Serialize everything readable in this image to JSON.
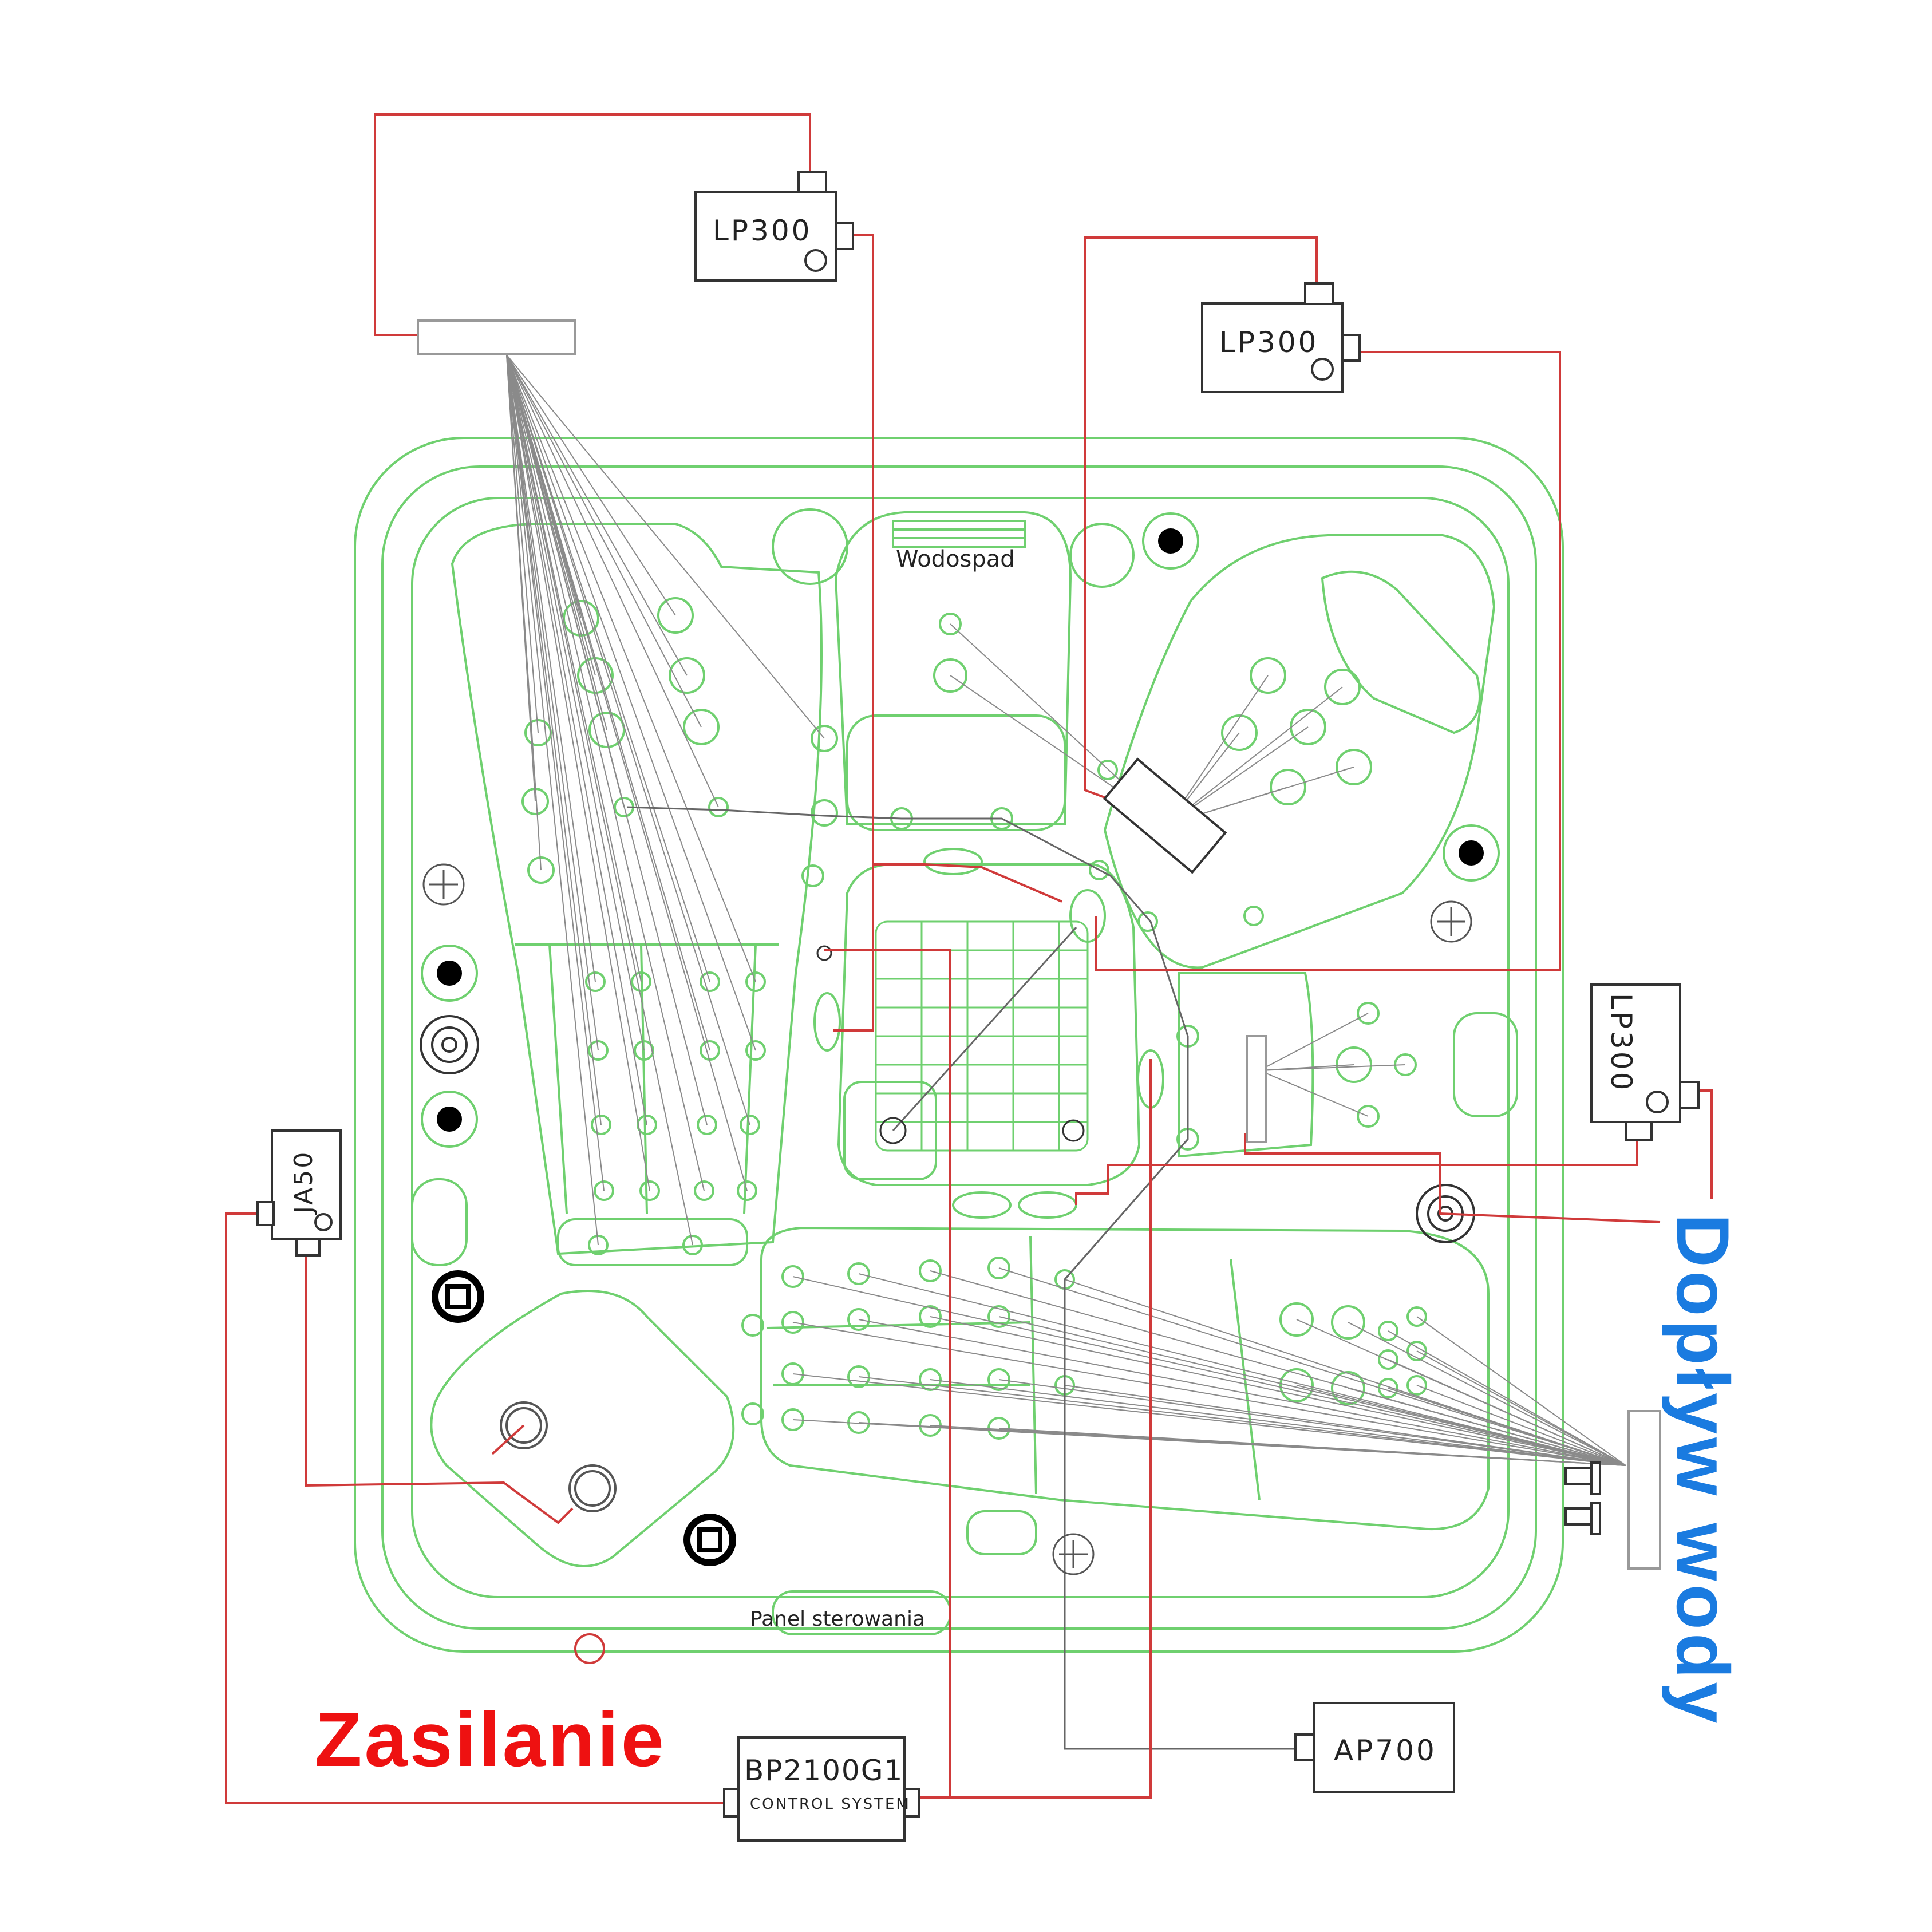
{
  "components": {
    "lp300_a": {
      "label": "LP300"
    },
    "lp300_b": {
      "label": "LP300"
    },
    "lp300_c": {
      "label": "LP300"
    },
    "ja50": {
      "label": "JA50"
    },
    "ap700": {
      "label": "AP700"
    },
    "bp2100": {
      "label": "BP2100G1",
      "sublabel": "CONTROL SYSTEM"
    }
  },
  "tub": {
    "waterfall": "Wodospad",
    "control_panel": "Panel sterowania"
  },
  "callouts": {
    "power": "Zasilanie",
    "water_inlet": "Dopływ wody"
  },
  "colors": {
    "tub_outline": "#6fd06f",
    "electrical": "#d03a3a",
    "plumbing": "#8a8a8a",
    "device_border": "#333333",
    "power_text": "#ee1111",
    "water_text": "#1a7be0"
  }
}
